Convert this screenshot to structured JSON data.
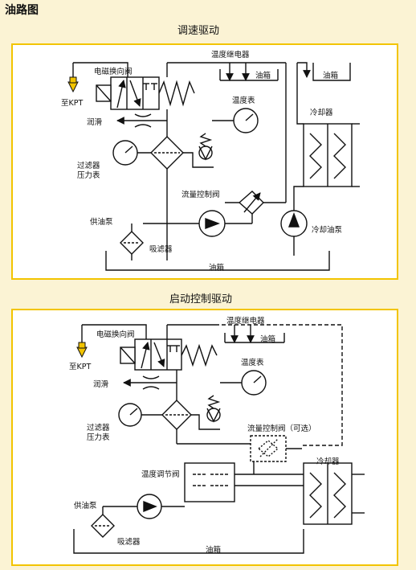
{
  "page_title": "油路图",
  "colors": {
    "panel_border": "#f2c400",
    "page_bg": "#fbf3d4",
    "arrow_fill": "#f2c400"
  },
  "diagram1": {
    "title": "调速驱动",
    "labels": {
      "temp_relay": "温度继电器",
      "tank_a": "油箱",
      "tank_b": "油箱",
      "solenoid_valve": "电磁换向阀",
      "to_kpt": "至KPT",
      "lubrication": "润滑",
      "thermometer": "温度表",
      "cooler": "冷却器",
      "filter_gauge_1": "过滤器",
      "filter_gauge_2": "压力表",
      "flow_valve": "流量控制阀",
      "supply_pump": "供油泵",
      "cooling_pump": "冷却油泵",
      "suction_filter": "吸滤器",
      "tank_bottom": "油箱"
    }
  },
  "diagram2": {
    "title": "启动控制驱动",
    "labels": {
      "temp_relay": "温度继电器",
      "tank_a": "油箱",
      "solenoid_valve": "电磁换向阀",
      "to_kpt": "至KPT",
      "lubrication": "润滑",
      "thermometer": "温度表",
      "filter_gauge_1": "过滤器",
      "filter_gauge_2": "压力表",
      "flow_valve": "流量控制阀（可选）",
      "temp_valve": "温度调节阀",
      "cooler": "冷却器",
      "supply_pump": "供油泵",
      "suction_filter": "吸滤器",
      "tank_bottom": "油箱"
    }
  }
}
